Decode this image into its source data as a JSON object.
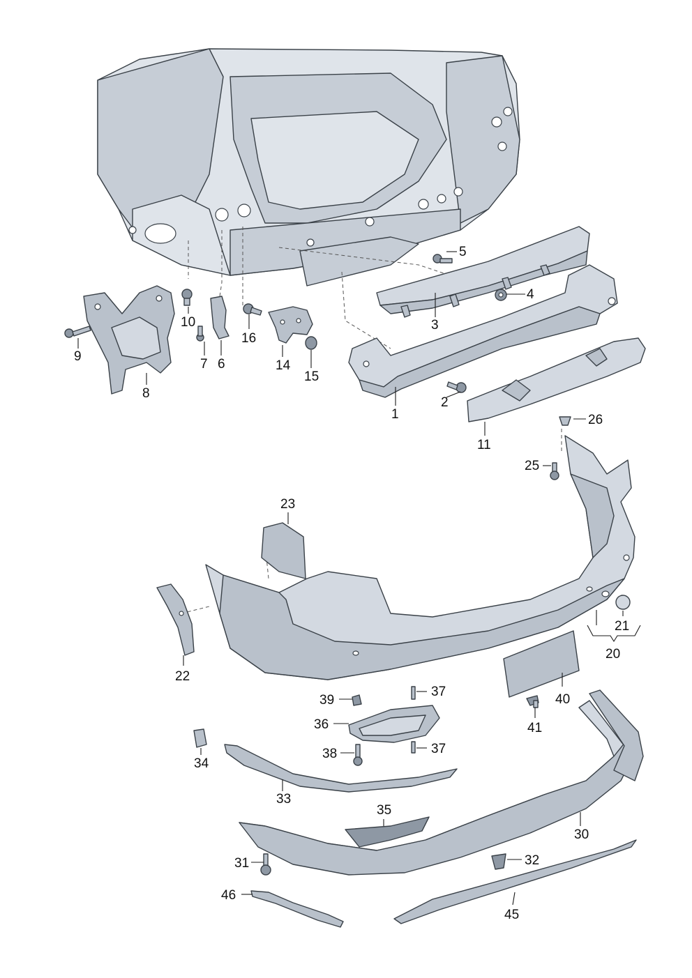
{
  "callouts": {
    "c1": "1",
    "c2": "2",
    "c3": "3",
    "c4": "4",
    "c5": "5",
    "c6": "6",
    "c7": "7",
    "c8": "8",
    "c9": "9",
    "c10": "10",
    "c11": "11",
    "c14": "14",
    "c15": "15",
    "c16": "16",
    "c20": "20",
    "c21": "21",
    "c22": "22",
    "c23": "23",
    "c25": "25",
    "c26": "26",
    "c30": "30",
    "c31": "31",
    "c32": "32",
    "c33": "33",
    "c34": "34",
    "c35": "35",
    "c36": "36",
    "c37a": "37",
    "c37b": "37",
    "c38": "38",
    "c39": "39",
    "c40": "40",
    "c41": "41",
    "c45": "45",
    "c46": "46"
  }
}
